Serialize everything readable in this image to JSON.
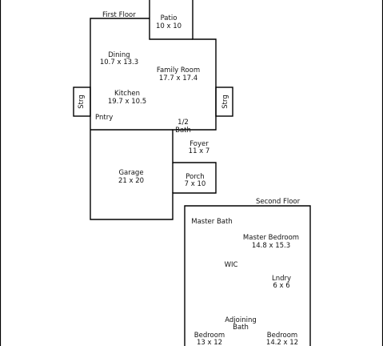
{
  "floors": {
    "first": {
      "label": "First Floor"
    },
    "second": {
      "label": "Second Floor"
    }
  },
  "rooms": {
    "patio": {
      "name": "Patio",
      "size": "10 x 10"
    },
    "dining": {
      "name": "Dining",
      "size": "10.7 x 13.3"
    },
    "family_room": {
      "name": "Family Room",
      "size": "17.7 x 17.4"
    },
    "kitchen": {
      "name": "Kitchen",
      "size": "19.7 x 10.5"
    },
    "storage_left": {
      "name": "Strg"
    },
    "storage_right": {
      "name": "Strg"
    },
    "pantry": {
      "name": "Pntry"
    },
    "half_bath": {
      "name_line1": "1/2",
      "name_line2": "Bath"
    },
    "foyer": {
      "name": "Foyer",
      "size": "11 x 7"
    },
    "garage": {
      "name": "Garage",
      "size": "21 x 20"
    },
    "porch": {
      "name": "Porch",
      "size": "7 x 10"
    },
    "master_bath": {
      "name": "Master Bath"
    },
    "master_bedroom": {
      "name": "Master Bedroom",
      "size": "14.8 x 15.3"
    },
    "wic": {
      "name": "WIC"
    },
    "laundry": {
      "name": "Lndry",
      "size": "6 x 6"
    },
    "adjoining_bath": {
      "name_line1": "Adjoining",
      "name_line2": "Bath"
    },
    "bedroom_left": {
      "name": "Bedroom",
      "size": "13 x 12"
    },
    "bedroom_right": {
      "name": "Bedroom",
      "size": "14.2 x 12"
    }
  }
}
